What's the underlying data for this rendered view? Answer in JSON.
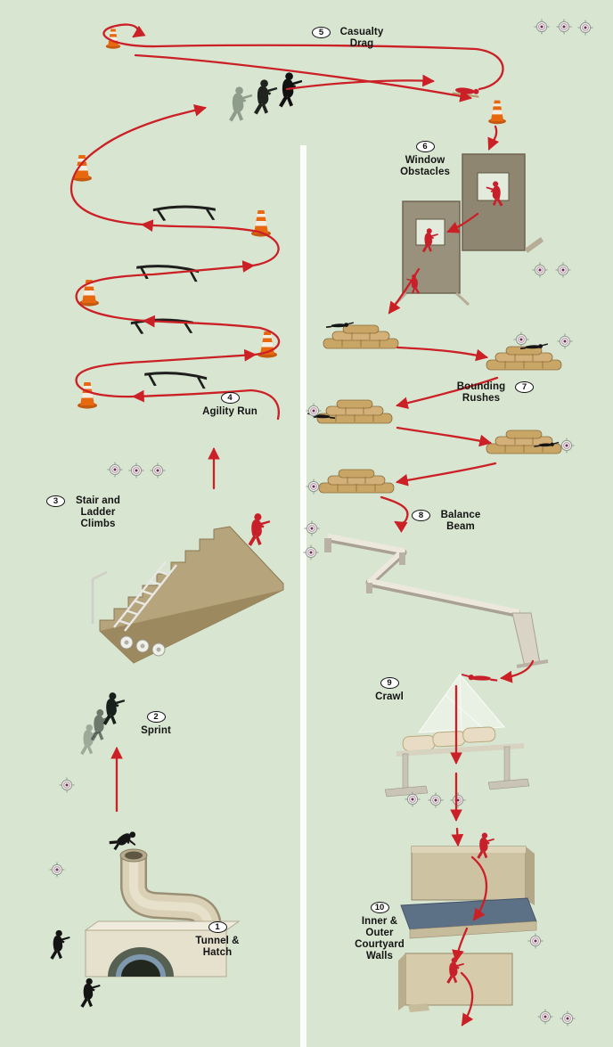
{
  "diagram": {
    "type": "obstacle-course-map",
    "colors": {
      "background": "#d8e6d1",
      "divider": "#fbfdf8",
      "arrow": "#cc2027",
      "soldier_red": "#c8202b",
      "soldier_black": "#1a1a1a",
      "soldier_gray": "#8d9c8b",
      "sandbag_tan": "#c9a566",
      "cone_orange": "#e8680f",
      "structure_tan": "#b6a47c",
      "mat_blue": "#5c7086"
    },
    "icons": {
      "target": "crosshair-target",
      "cone": "traffic-cone",
      "hurdle": "hurdle-bar",
      "soldier": "soldier-silhouette",
      "prone_soldier": "prone-soldier-silhouette",
      "casualty": "dragged-casualty-silhouette"
    }
  },
  "stations": [
    {
      "number": "1",
      "label": "Tunnel & Hatch"
    },
    {
      "number": "2",
      "label": "Sprint"
    },
    {
      "number": "3",
      "label": "Stair and Ladder Climbs"
    },
    {
      "number": "4",
      "label": "Agility Run"
    },
    {
      "number": "5",
      "label": "Casualty Drag"
    },
    {
      "number": "6",
      "label": "Window Obstacles"
    },
    {
      "number": "7",
      "label": "Bounding Rushes"
    },
    {
      "number": "8",
      "label": "Balance Beam"
    },
    {
      "number": "9",
      "label": "Crawl"
    },
    {
      "number": "10",
      "label": "Inner & Outer Courtyard Walls"
    }
  ]
}
